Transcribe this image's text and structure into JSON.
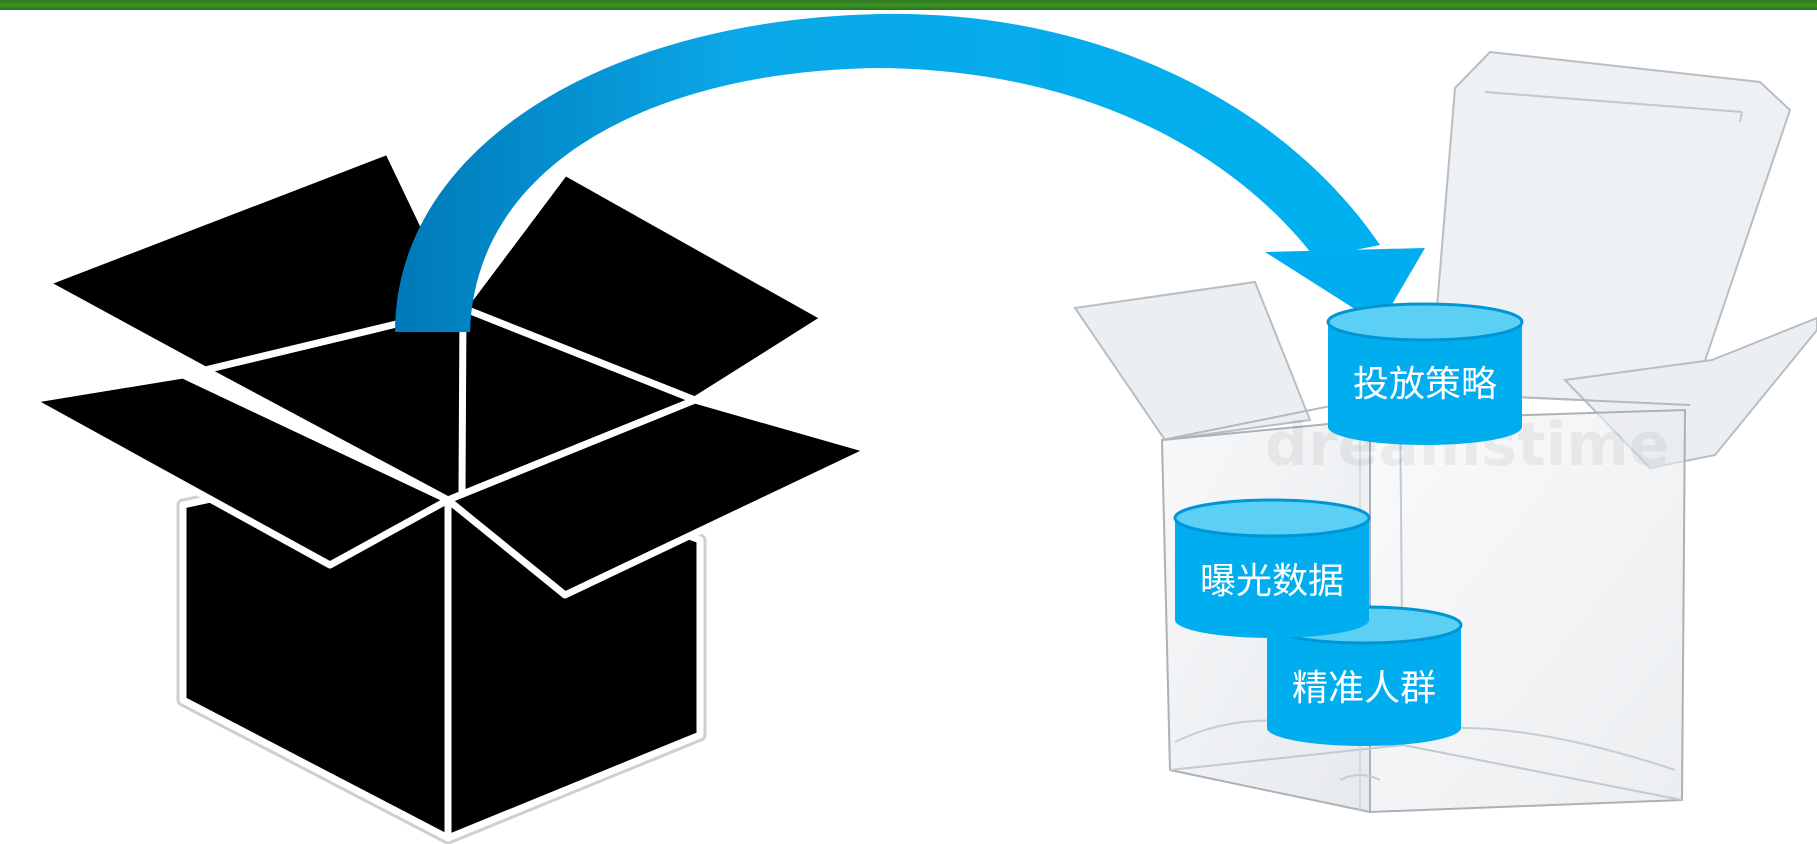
{
  "colors": {
    "top_bar": "#3d9428",
    "arrow": "#00aeef",
    "cylinder_body": "#00aeef",
    "cylinder_top": "#5ccff5",
    "black_box": "#000000"
  },
  "left_box": {
    "style": "opaque"
  },
  "right_box": {
    "style": "transparent"
  },
  "watermark": "dreamstime",
  "cylinders": [
    {
      "label": "投放策略"
    },
    {
      "label": "曝光数据"
    },
    {
      "label": "精准人群"
    }
  ]
}
